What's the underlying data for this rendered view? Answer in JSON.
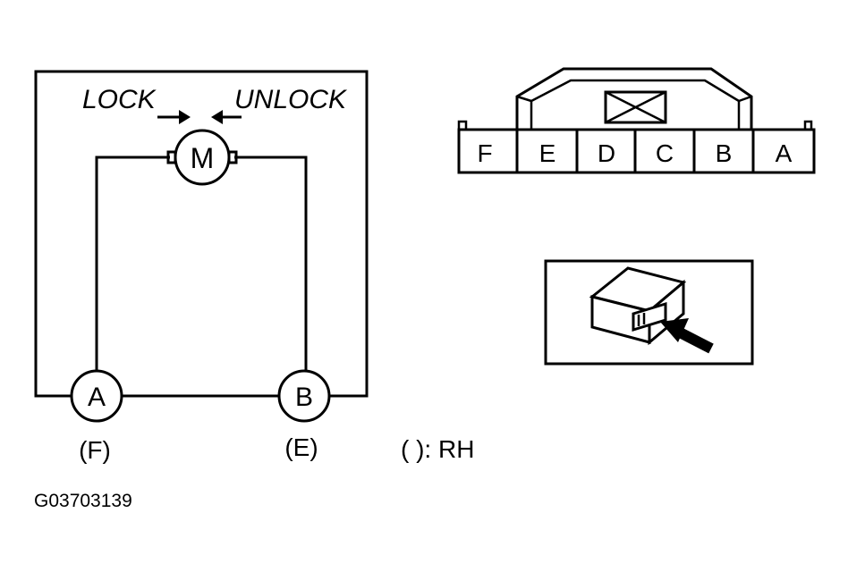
{
  "schematic": {
    "lock_label": "LOCK",
    "unlock_label": "UNLOCK",
    "motor_label": "M",
    "terminal_a": "A",
    "terminal_b": "B",
    "terminal_a_rh": "(F)",
    "terminal_b_rh": "(E)",
    "rh_note": "( ): RH"
  },
  "connector": {
    "pins": [
      "F",
      "E",
      "D",
      "C",
      "B",
      "A"
    ]
  },
  "figure_code": "G03703139"
}
